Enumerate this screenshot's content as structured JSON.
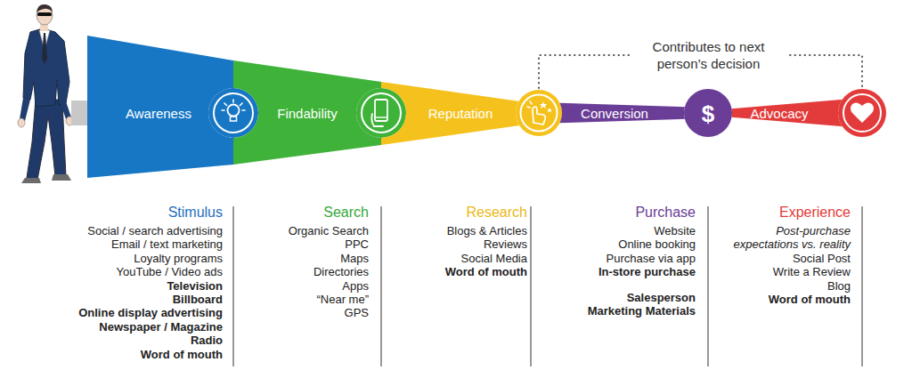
{
  "diagram": {
    "nodes": [
      {
        "text": [
          "Awareness"
        ]
      },
      {
        "text": [
          "Findability"
        ]
      },
      {
        "text": [
          "Reputation"
        ]
      },
      {
        "text": [
          "Conversion"
        ]
      },
      {
        "text": [
          "Advocacy"
        ]
      }
    ],
    "labels": [
      "Contributes to next person’s decision",
      "Stimulus",
      "Social / search advertising",
      "Email / text marketing",
      "Loyalty programs",
      "YouTube / Video ads",
      "Television",
      "Billboard",
      "Online display advertising",
      "Newspaper / Magazine",
      "Radio",
      "Word of mouth",
      "Search",
      "Organic Search",
      "PPC",
      "Maps",
      "Directories",
      "Apps",
      "“Near me”",
      "GPS",
      "Research",
      "Blogs & Articles",
      "Reviews",
      "Social Media",
      "Word of mouth",
      "Purchase",
      "Website",
      "Online booking",
      "Purchase via app",
      "In-store purchase",
      "Salesperson",
      "Marketing Materials",
      "Experience",
      "Post-purchase expectations vs. reality",
      "Social Post",
      "Write a Review",
      "Blog",
      "Word of mouth",
      "$"
    ]
  }
}
